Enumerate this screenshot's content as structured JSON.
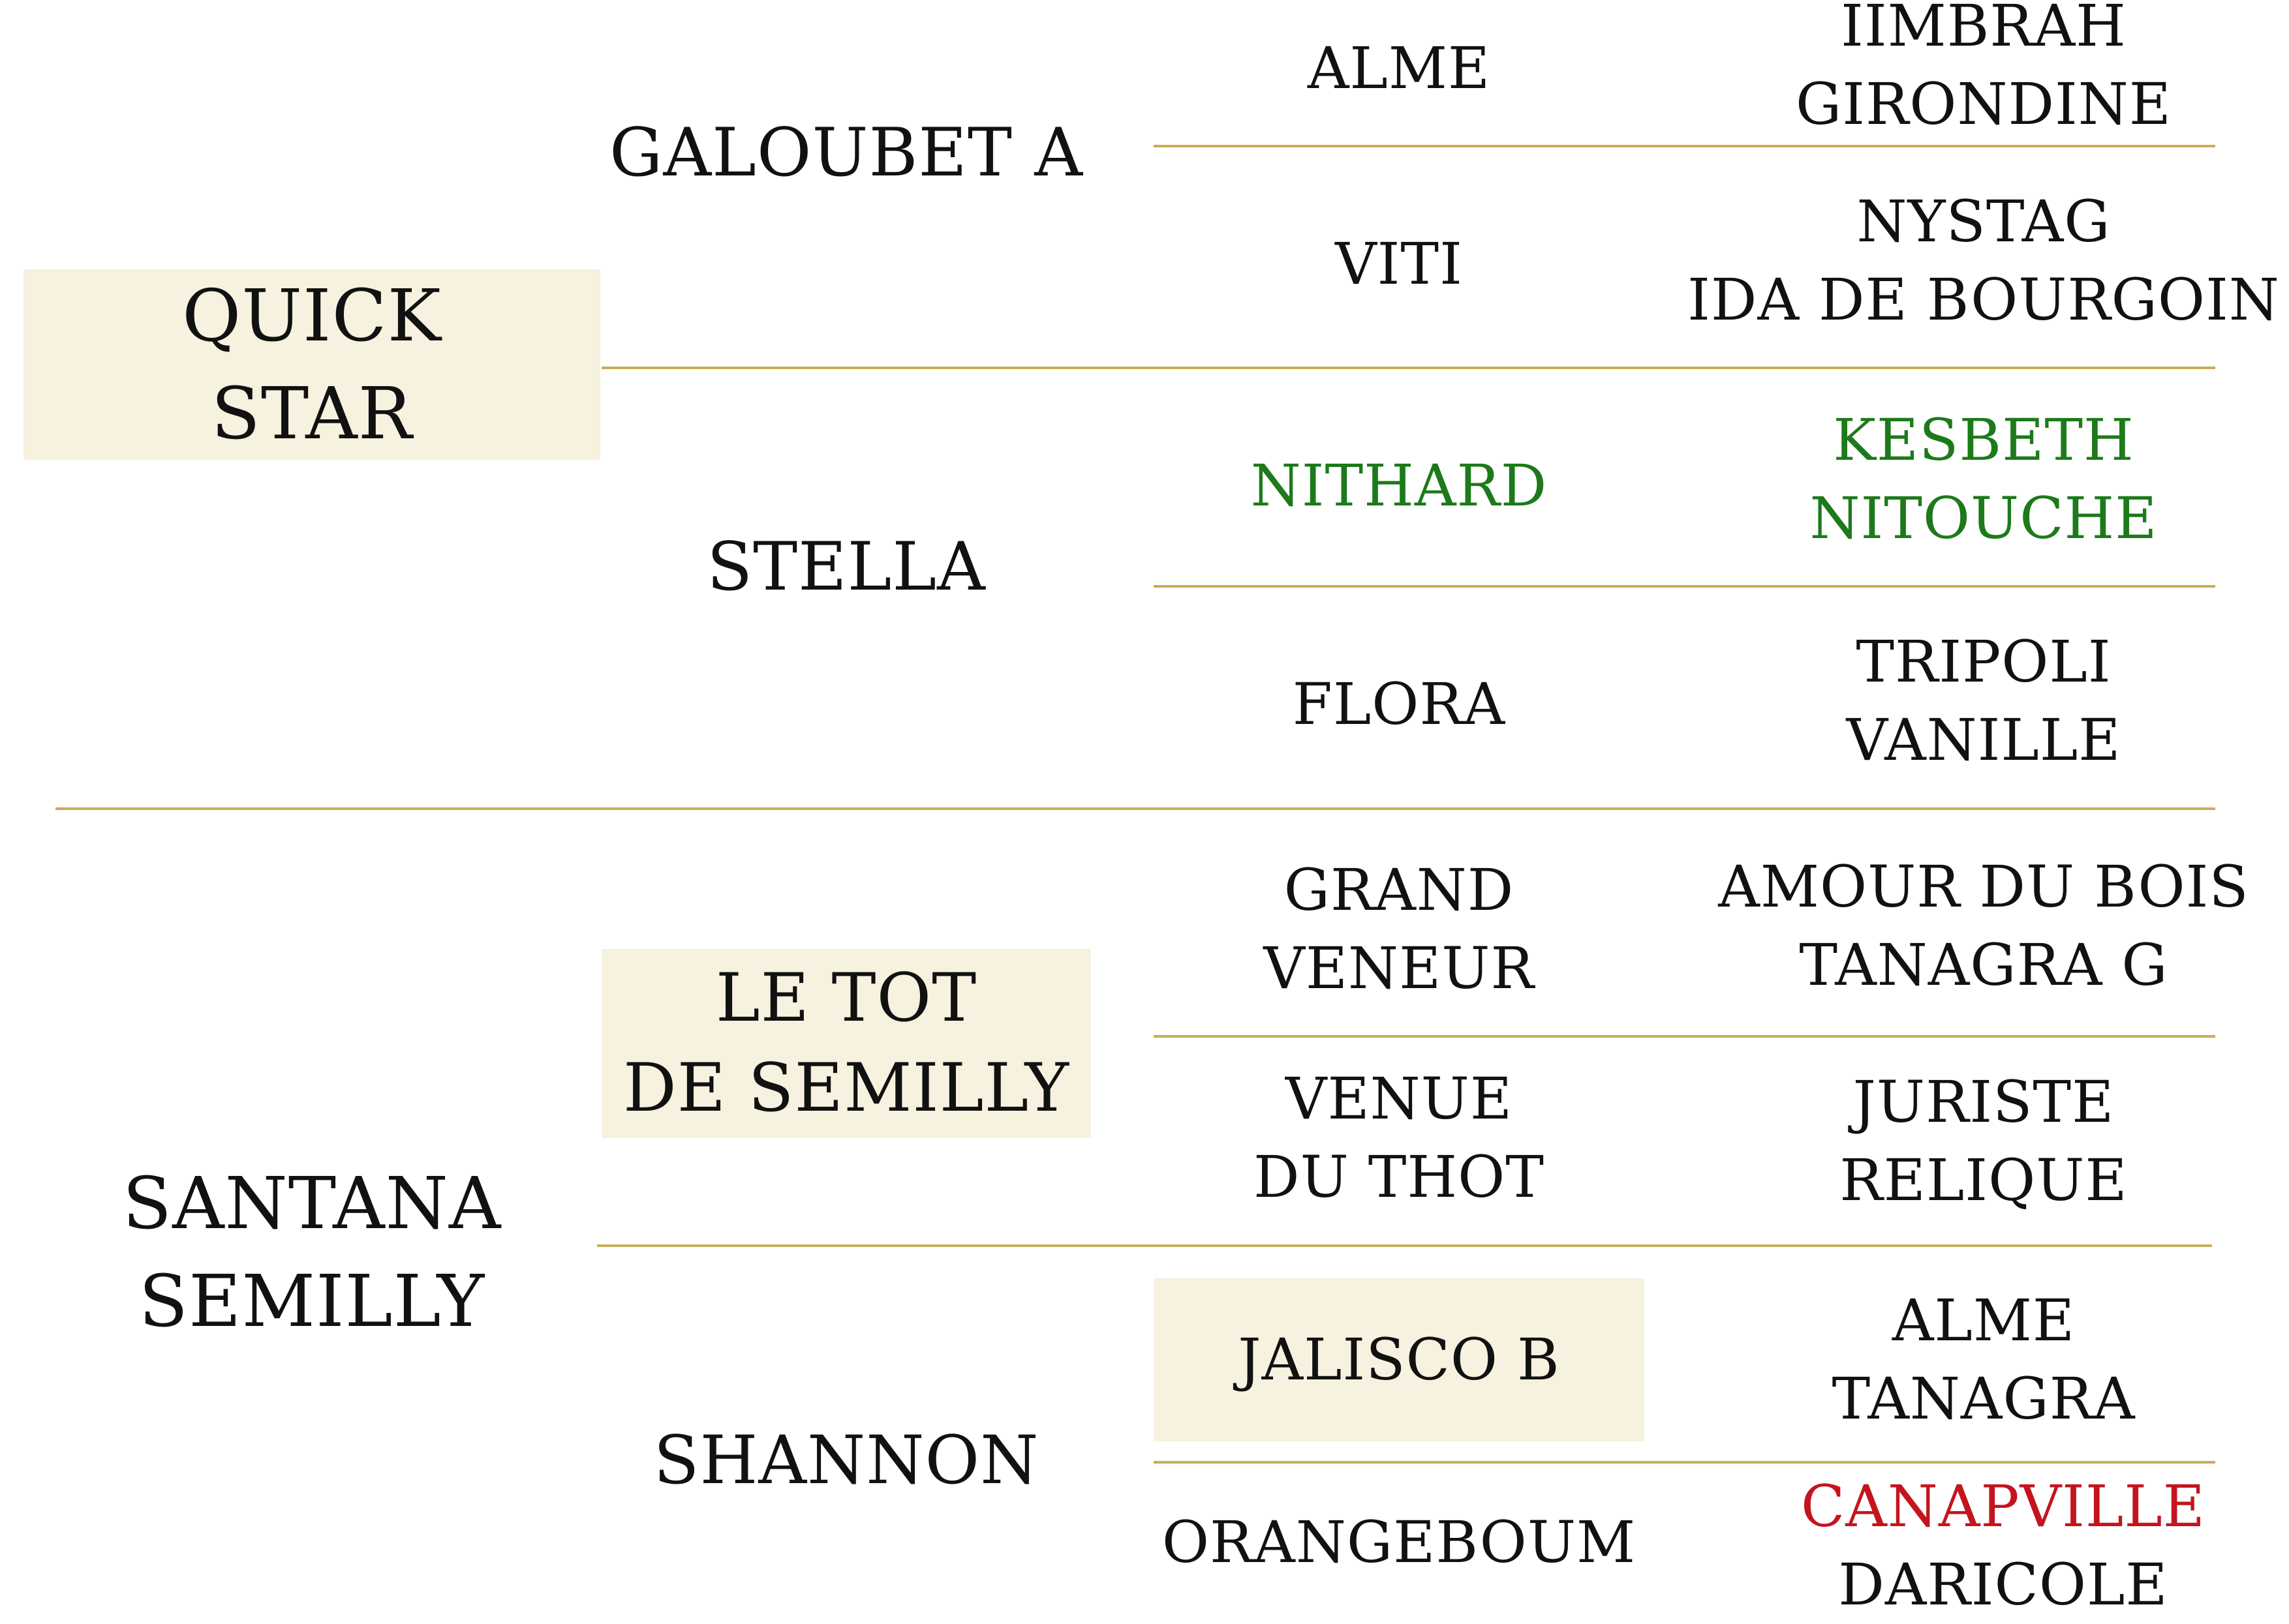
{
  "colors": {
    "line": "#c9ad58",
    "highlight": "#f7f1df",
    "green": "#1d7a1a",
    "red": "#c4141d"
  },
  "sire": {
    "name_lines": [
      "QUICK",
      "STAR"
    ],
    "sire": {
      "name": "GALOUBET A",
      "sire": {
        "name": "ALME",
        "parents": [
          "IIMBRAH",
          "GIRONDINE"
        ]
      },
      "dam": {
        "name": "VITI",
        "parents": [
          "NYSTAG",
          "IDA DE BOURGOIN"
        ]
      }
    },
    "dam": {
      "name": "STELLA",
      "sire": {
        "name": "NITHARD",
        "parents": [
          "KESBETH",
          "NITOUCHE"
        ]
      },
      "dam": {
        "name": "FLORA",
        "parents": [
          "TRIPOLI",
          "VANILLE"
        ]
      }
    }
  },
  "dam": {
    "name_lines": [
      "SANTANA",
      "SEMILLY"
    ],
    "sire": {
      "name_lines": [
        "LE TOT",
        "DE SEMILLY"
      ],
      "sire": {
        "name_lines": [
          "GRAND",
          "VENEUR"
        ],
        "parents": [
          "AMOUR DU BOIS",
          "TANAGRA G"
        ]
      },
      "dam": {
        "name_lines": [
          "VENUE",
          "DU THOT"
        ],
        "parents": [
          "JURISTE",
          "RELIQUE"
        ]
      }
    },
    "dam": {
      "name": "SHANNON",
      "sire": {
        "name": "JALISCO B",
        "parents": [
          "ALME",
          "TANAGRA"
        ]
      },
      "dam": {
        "name": "ORANGEBOUM",
        "parents": [
          "CANAPVILLE",
          "DARICOLE"
        ]
      }
    }
  }
}
